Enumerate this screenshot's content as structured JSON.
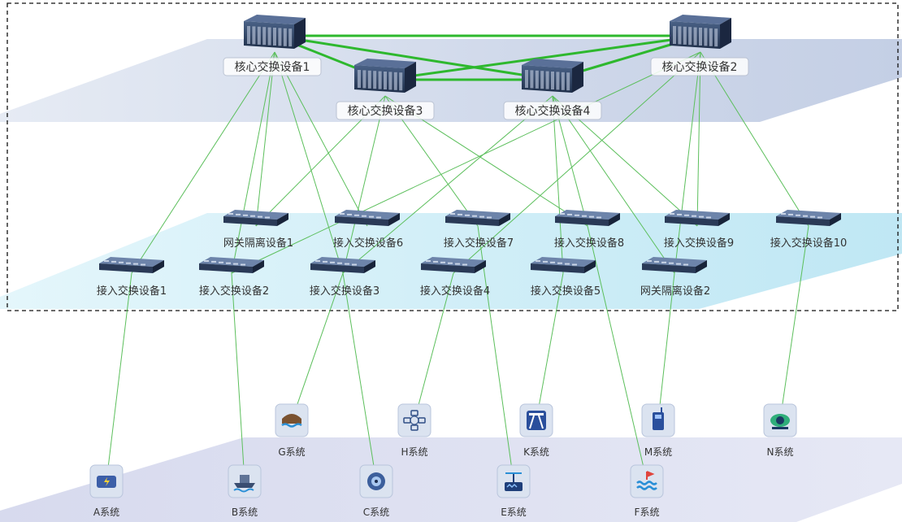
{
  "core_devices": [
    {
      "id": "c1",
      "label": "核心交换设备1"
    },
    {
      "id": "c2",
      "label": "核心交换设备2"
    },
    {
      "id": "c3",
      "label": "核心交换设备3"
    },
    {
      "id": "c4",
      "label": "核心交换设备4"
    }
  ],
  "access_devices": [
    {
      "id": "gw1",
      "label": "网关隔离设备1"
    },
    {
      "id": "a6",
      "label": "接入交换设备6"
    },
    {
      "id": "a7",
      "label": "接入交换设备7"
    },
    {
      "id": "a8",
      "label": "接入交换设备8"
    },
    {
      "id": "a9",
      "label": "接入交换设备9"
    },
    {
      "id": "a10",
      "label": "接入交换设备10"
    },
    {
      "id": "a1",
      "label": "接入交换设备1"
    },
    {
      "id": "a2",
      "label": "接入交换设备2"
    },
    {
      "id": "a3",
      "label": "接入交换设备3"
    },
    {
      "id": "a4",
      "label": "接入交换设备4"
    },
    {
      "id": "a5",
      "label": "接入交换设备5"
    },
    {
      "id": "gw2",
      "label": "网关隔离设备2"
    }
  ],
  "systems": [
    {
      "id": "G",
      "label": "G系统",
      "icon": "bridge-icon"
    },
    {
      "id": "H",
      "label": "H系统",
      "icon": "network-topology-icon"
    },
    {
      "id": "K",
      "label": "K系统",
      "icon": "highway-icon"
    },
    {
      "id": "M",
      "label": "M系统",
      "icon": "walkie-talkie-icon"
    },
    {
      "id": "N",
      "label": "N系统",
      "icon": "camera-icon"
    },
    {
      "id": "A",
      "label": "A系统",
      "icon": "engine-icon"
    },
    {
      "id": "B",
      "label": "B系统",
      "icon": "ship-icon"
    },
    {
      "id": "C",
      "label": "C系统",
      "icon": "fan-icon"
    },
    {
      "id": "E",
      "label": "E系统",
      "icon": "wind-sensor-icon"
    },
    {
      "id": "F",
      "label": "F系统",
      "icon": "water-level-icon"
    }
  ],
  "core_links": [
    [
      "c1",
      "c2"
    ],
    [
      "c1",
      "c3"
    ],
    [
      "c1",
      "c4"
    ],
    [
      "c3",
      "c4"
    ],
    [
      "c3",
      "c2"
    ],
    [
      "c4",
      "c2"
    ]
  ],
  "links": [
    [
      "c1",
      "gw1"
    ],
    [
      "c1",
      "a1"
    ],
    [
      "c1",
      "a2"
    ],
    [
      "c1",
      "a3"
    ],
    [
      "c1",
      "a6"
    ],
    [
      "c3",
      "gw1"
    ],
    [
      "c3",
      "a3"
    ],
    [
      "c3",
      "a7"
    ],
    [
      "c3",
      "a8"
    ],
    [
      "c4",
      "a3"
    ],
    [
      "c4",
      "a5"
    ],
    [
      "c4",
      "a8"
    ],
    [
      "c4",
      "a9"
    ],
    [
      "c4",
      "gw2"
    ],
    [
      "c2",
      "a2"
    ],
    [
      "c2",
      "a4"
    ],
    [
      "c2",
      "a9"
    ],
    [
      "c2",
      "a10"
    ],
    [
      "c2",
      "gw2"
    ],
    [
      "a1",
      "A"
    ],
    [
      "a2",
      "B"
    ],
    [
      "a3",
      "G"
    ],
    [
      "a3",
      "C"
    ],
    [
      "a4",
      "H"
    ],
    [
      "a5",
      "K"
    ],
    [
      "a7",
      "E"
    ],
    [
      "a8",
      "F"
    ],
    [
      "gw2",
      "M"
    ],
    [
      "a10",
      "N"
    ]
  ],
  "colors": {
    "core_link": "#2eb82e",
    "link": "#5cbf5c",
    "top_plane": "#cfd8ea",
    "mid_plane": "#c8ecf6",
    "bottom_plane": "#d9dcef",
    "icon_tile": "#dbe3f0",
    "device_body": "#2c3e5c"
  }
}
